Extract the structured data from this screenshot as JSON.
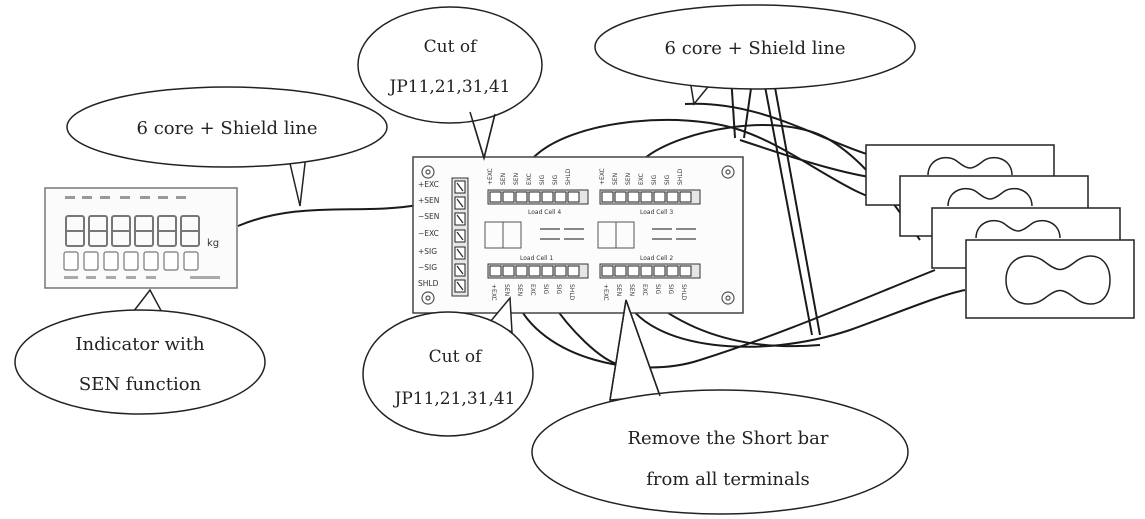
{
  "callouts": {
    "cut_top": {
      "line1": "Cut of",
      "line2": "JP11,21,31,41"
    },
    "shield_top": {
      "text": "6 core + Shield line"
    },
    "shield_left": {
      "text": "6 core + Shield line"
    },
    "indicator": {
      "line1": "Indicator with",
      "line2": "SEN function"
    },
    "cut_bottom": {
      "line1": "Cut of",
      "line2": "JP11,21,31,41"
    },
    "short_bar": {
      "line1": "Remove the Short bar",
      "line2": "from all terminals"
    }
  },
  "indicator": {
    "unit": "kg"
  },
  "board": {
    "left_terminals": [
      "+EXC",
      "+SEN",
      "−SEN",
      "−EXC",
      "+SIG",
      "−SIG",
      "SHLD"
    ],
    "cell_terminals": [
      "+EXC",
      "SEN",
      "SEN",
      "EXC",
      "SIG",
      "SIG",
      "SHLD"
    ],
    "cell_labels": [
      "Load Cell 4",
      "Load Cell 3",
      "Load Cell 1",
      "Load Cell 2"
    ]
  },
  "load_cells": {
    "count": 4
  }
}
